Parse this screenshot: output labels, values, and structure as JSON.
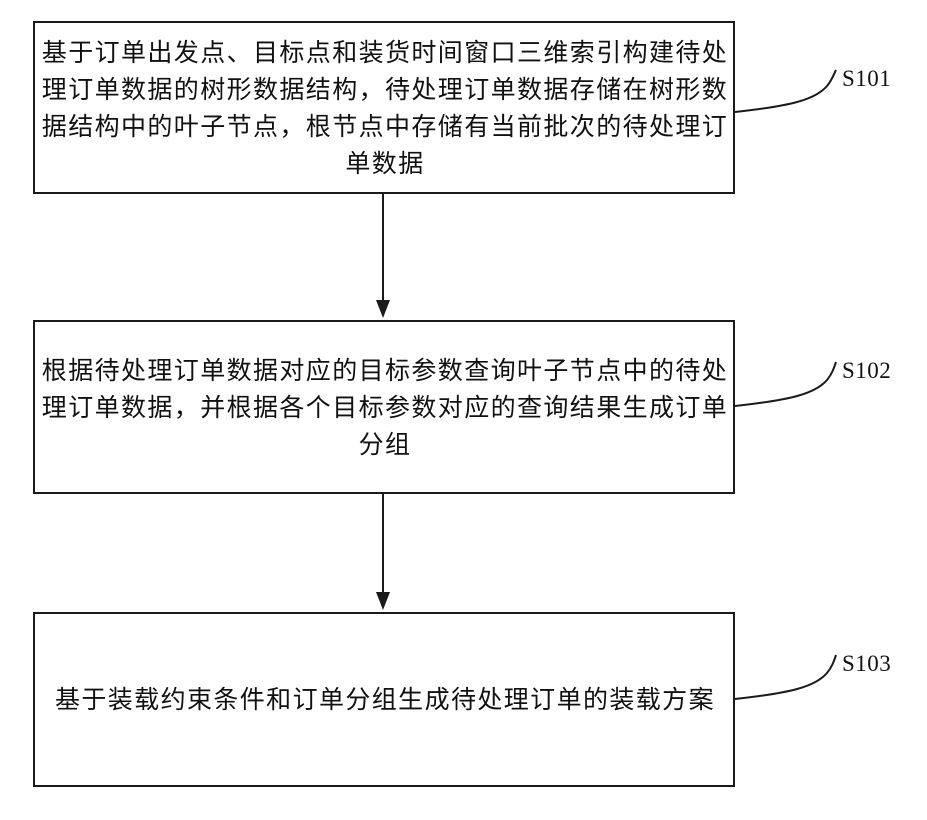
{
  "steps": [
    {
      "id": "S101",
      "label": "S101",
      "text": "基于订单出发点、目标点和装货时间窗口三维索引构建待处理订单数据的树形数据结构，待处理订单数据存储在树形数据结构中的叶子节点，根节点中存储有当前批次的待处理订单数据"
    },
    {
      "id": "S102",
      "label": "S102",
      "text": "根据待处理订单数据对应的目标参数查询叶子节点中的待处理订单数据，并根据各个目标参数对应的查询结果生成订单分组"
    },
    {
      "id": "S103",
      "label": "S103",
      "text": "基于装载约束条件和订单分组生成待处理订单的装载方案"
    }
  ],
  "colors": {
    "stroke": "#1a1a1a",
    "background": "#ffffff"
  }
}
